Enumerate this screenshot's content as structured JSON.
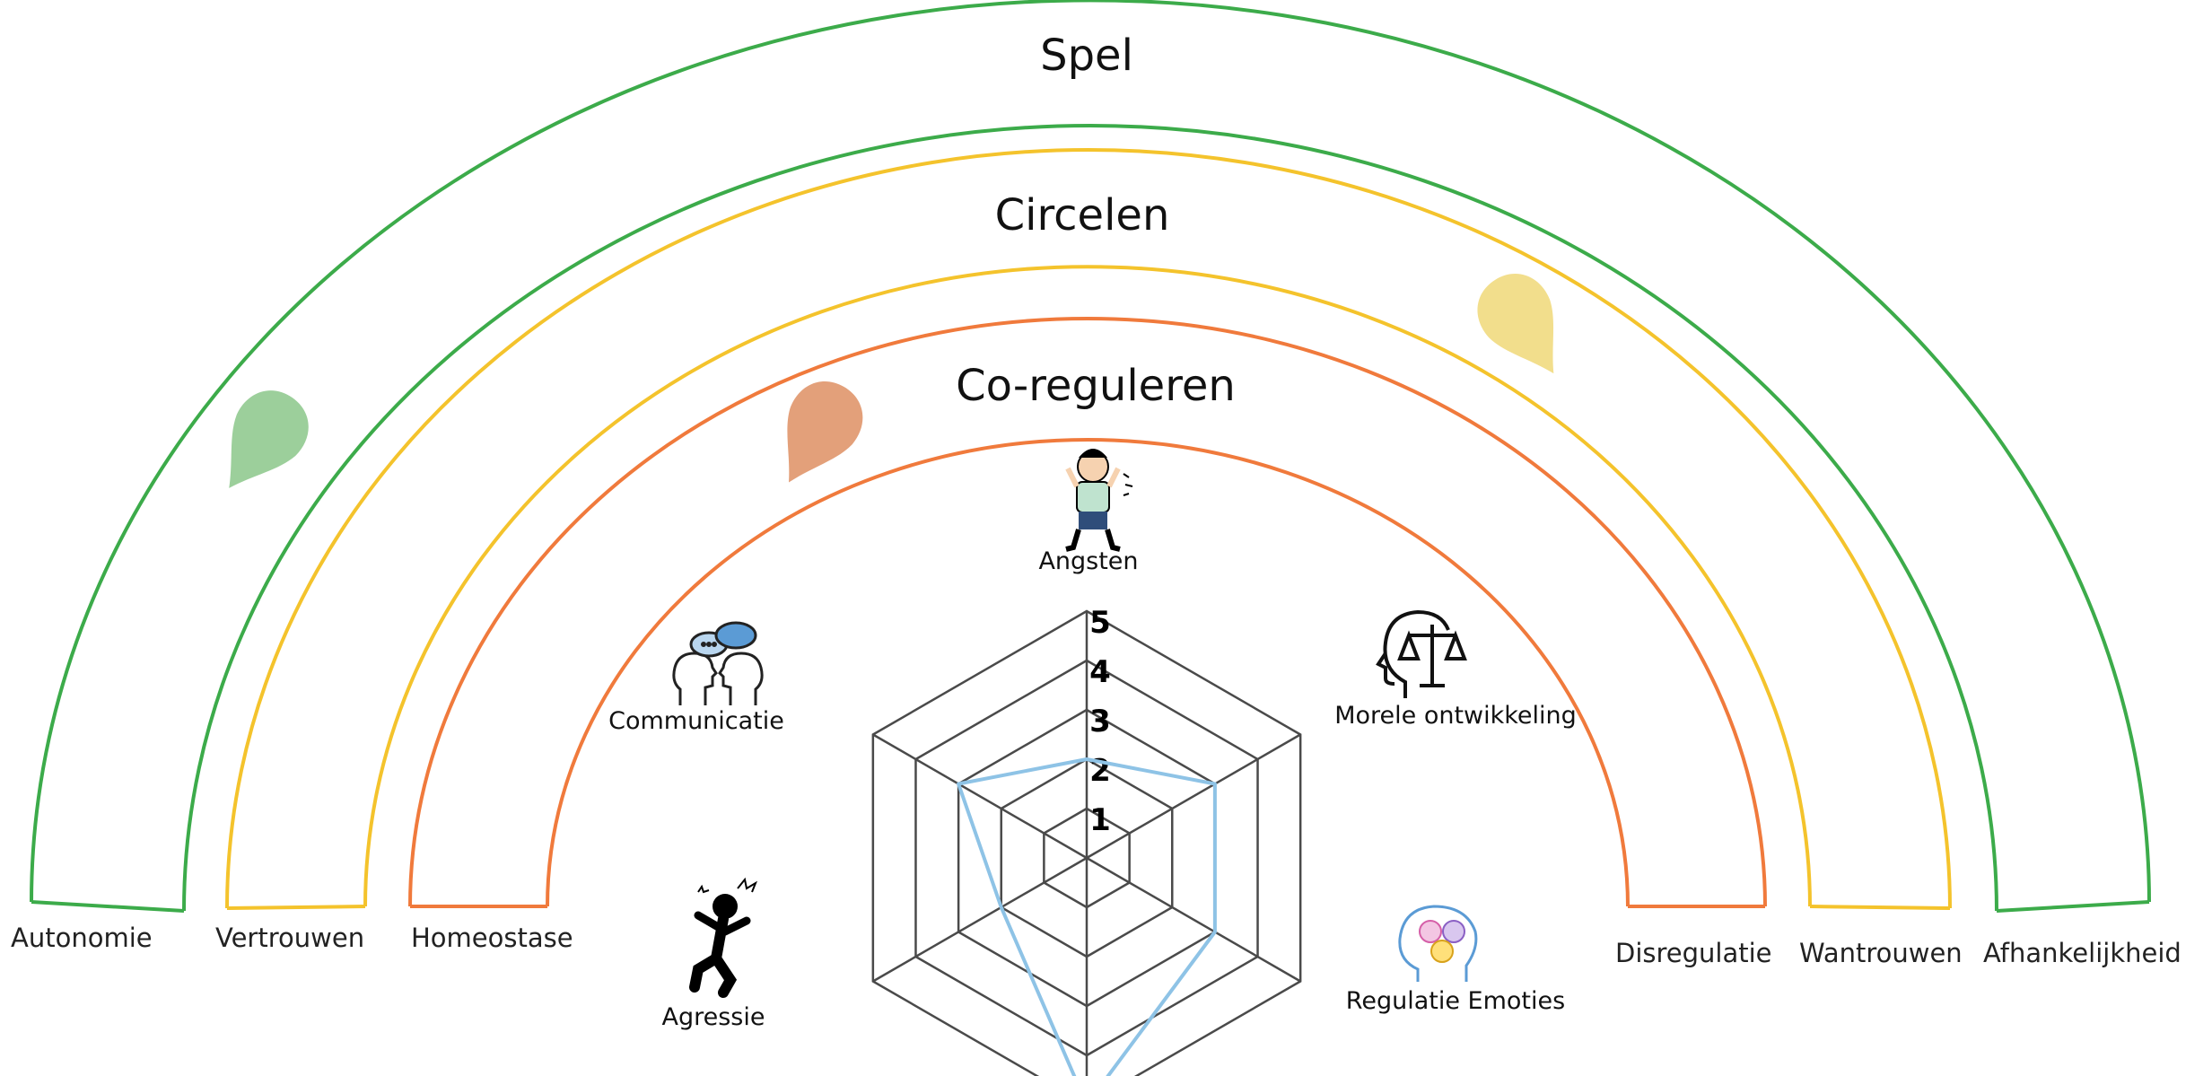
{
  "rainbow": {
    "bands": [
      {
        "title": "Spel",
        "color": "#3cab4a",
        "drop_color": "#9ccf9b",
        "left_label": "Autonomie",
        "right_label": "Afhankelijkheid"
      },
      {
        "title": "Circelen",
        "color": "#f4c32c",
        "drop_color": "#f2de8c",
        "left_label": "Vertrouwen",
        "right_label": "Wantrouwen"
      },
      {
        "title": "Co-reguleren",
        "color": "#f07a3c",
        "drop_color": "#e3a07a",
        "left_label": "Homeostase",
        "right_label": "Disregulatie"
      }
    ]
  },
  "icons": {
    "angsten": "scared-child-icon",
    "communicatie": "talking-heads-icon",
    "morele": "head-with-scales-icon",
    "regulatie": "head-with-emotions-icon",
    "agressie": "angry-person-icon"
  },
  "chart_data": {
    "type": "radar",
    "axes": [
      "Angsten",
      "Morele ontwikkeling",
      "Regulatie Emoties",
      "",
      "Agressie",
      "Communicatie"
    ],
    "ticks": [
      "1",
      "2",
      "3",
      "4",
      "5"
    ],
    "range": [
      0,
      5
    ],
    "values": [
      2,
      3,
      3,
      5,
      2,
      3
    ],
    "line_color": "#8ec3e6",
    "grid_color": "#4a4a4a"
  }
}
